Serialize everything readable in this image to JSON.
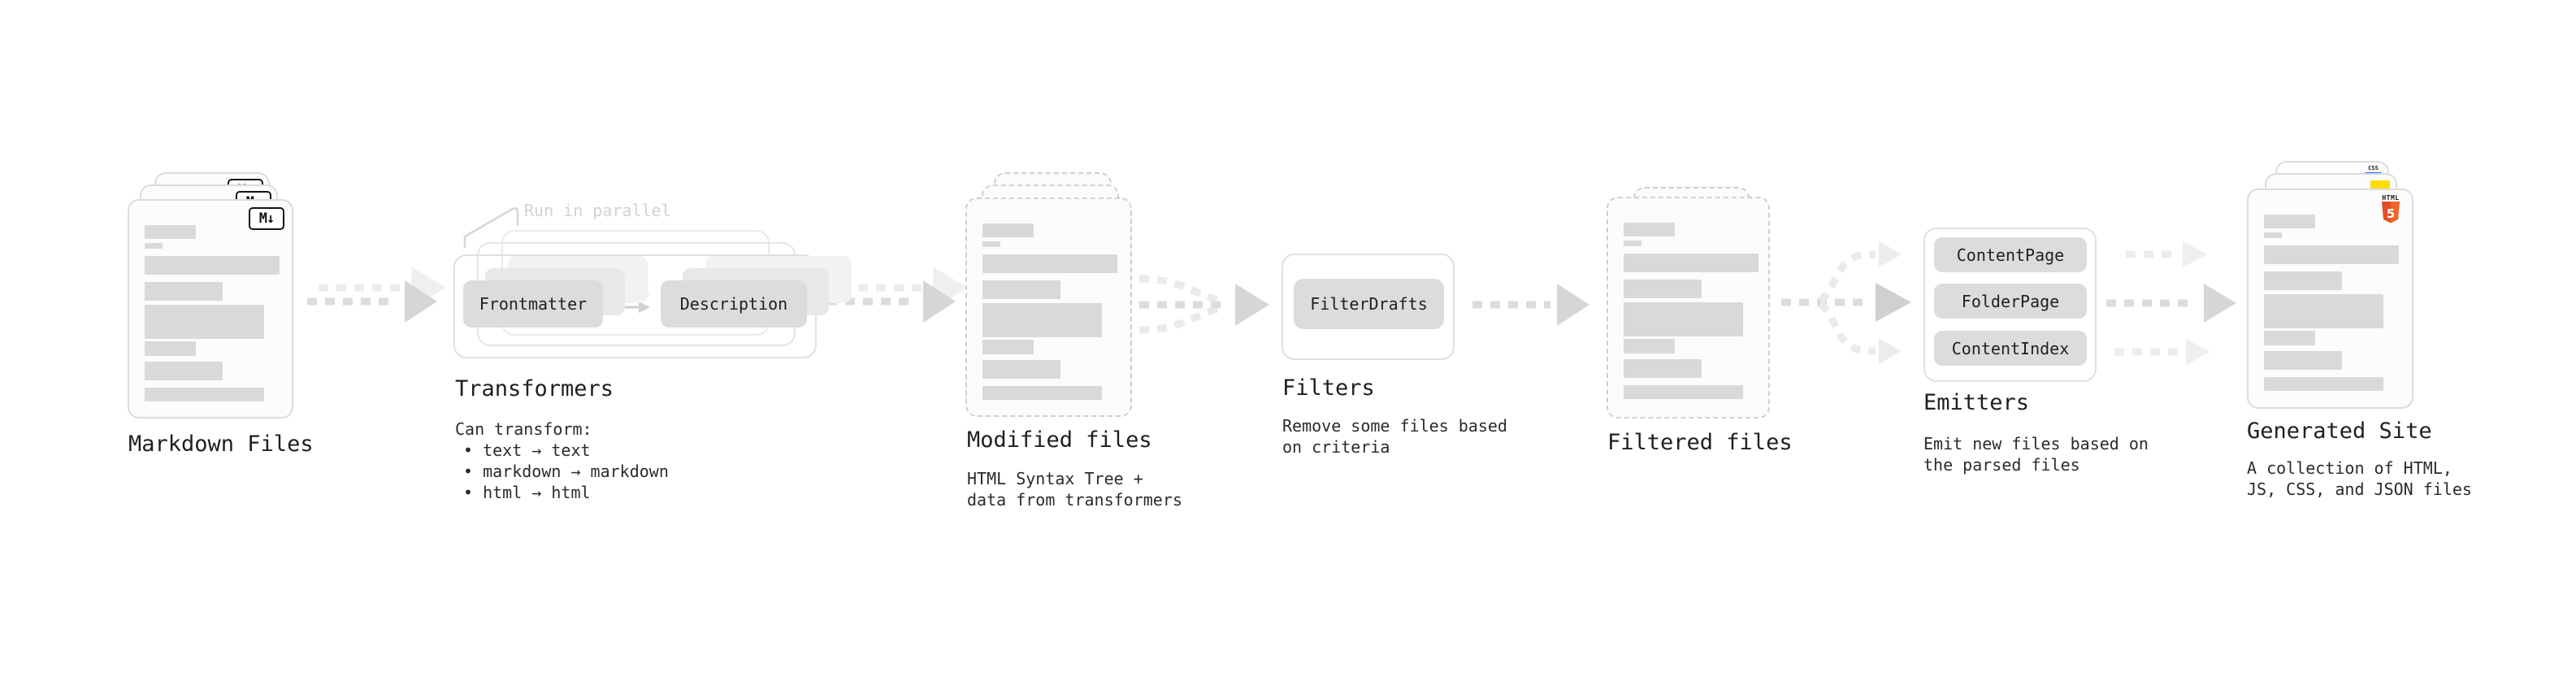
{
  "bars": [
    [
      63,
      17,
      30
    ],
    [
      22,
      7,
      5
    ],
    [
      166,
      23,
      9
    ],
    [
      96,
      23,
      9
    ],
    [
      147,
      42,
      5
    ],
    [
      63,
      18,
      3
    ],
    [
      96,
      23,
      7
    ],
    [
      147,
      17,
      9
    ]
  ],
  "markdown": {
    "title": "Markdown Files",
    "badge": "M↓"
  },
  "transformers": {
    "title": "Transformers",
    "annotation": "Run in parallel",
    "nodes": [
      "Frontmatter",
      "Description"
    ],
    "desc_heading": "Can transform:",
    "bullets": [
      "• text → text",
      "• markdown → markdown",
      "• html → html"
    ]
  },
  "modified": {
    "title": "Modified files",
    "desc": [
      "HTML Syntax Tree +",
      "data from transformers"
    ]
  },
  "filters": {
    "title": "Filters",
    "nodes": [
      "FilterDrafts"
    ],
    "desc": [
      "Remove some files based",
      "on criteria"
    ]
  },
  "filtered": {
    "title": "Filtered files"
  },
  "emitters": {
    "title": "Emitters",
    "nodes": [
      "ContentPage",
      "FolderPage",
      "ContentIndex"
    ],
    "desc": [
      "Emit new files based on",
      "the parsed files"
    ]
  },
  "generated": {
    "title": "Generated Site",
    "desc": [
      "A collection of HTML,",
      "JS, CSS, and JSON files"
    ],
    "badges": {
      "css_label": "CSS",
      "html_label": "HTML",
      "html_number": "5"
    }
  },
  "colors": {
    "canvas_bg": "#ffffff",
    "card_border": "#dcdcdc",
    "dashed_border": "#cfcfcf",
    "placeholder_bar": "#d9d9d9",
    "node_bg": "#dcdcdc",
    "arrow_main": "#dcdcdc",
    "arrow_ghost": "#ececec",
    "text_primary": "#1f1f1f",
    "text_muted": "#d2d2d2",
    "html5_orange": "#e44d26",
    "html5_orange_light": "#f16529",
    "js_yellow": "#ffdd00",
    "css_blue": "#2f6bff"
  }
}
